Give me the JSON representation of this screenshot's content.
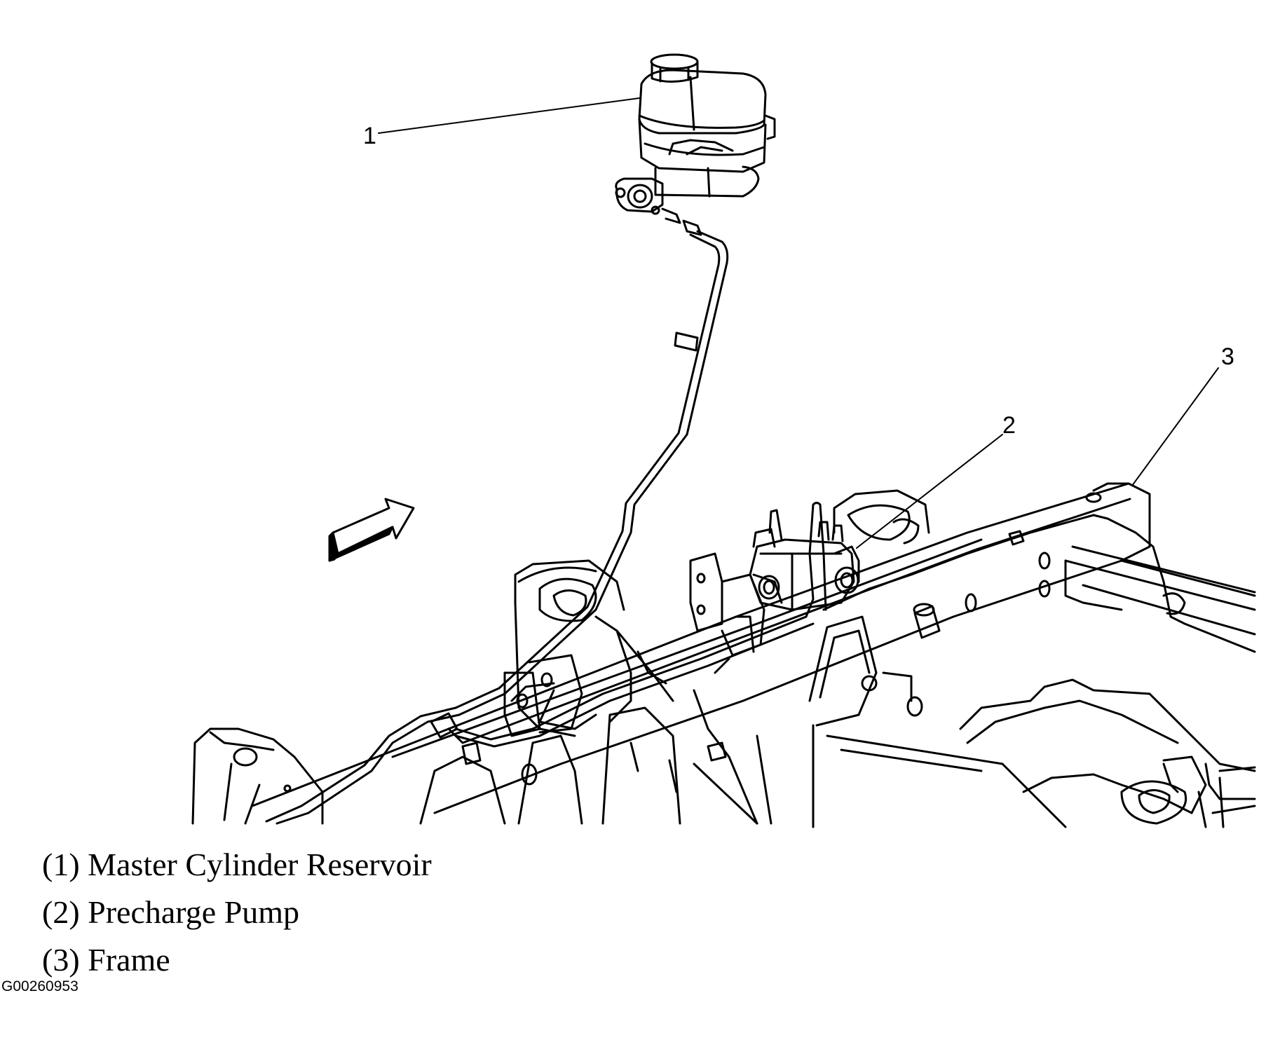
{
  "callouts": {
    "c1": "1",
    "c2": "2",
    "c3": "3"
  },
  "legend": {
    "items": [
      {
        "label": "(1) Master Cylinder Reservoir"
      },
      {
        "label": "(2) Precharge Pump"
      },
      {
        "label": "(3) Frame"
      }
    ]
  },
  "figure_id": "G00260953",
  "icons": {
    "direction": "forward-arrow-icon"
  }
}
